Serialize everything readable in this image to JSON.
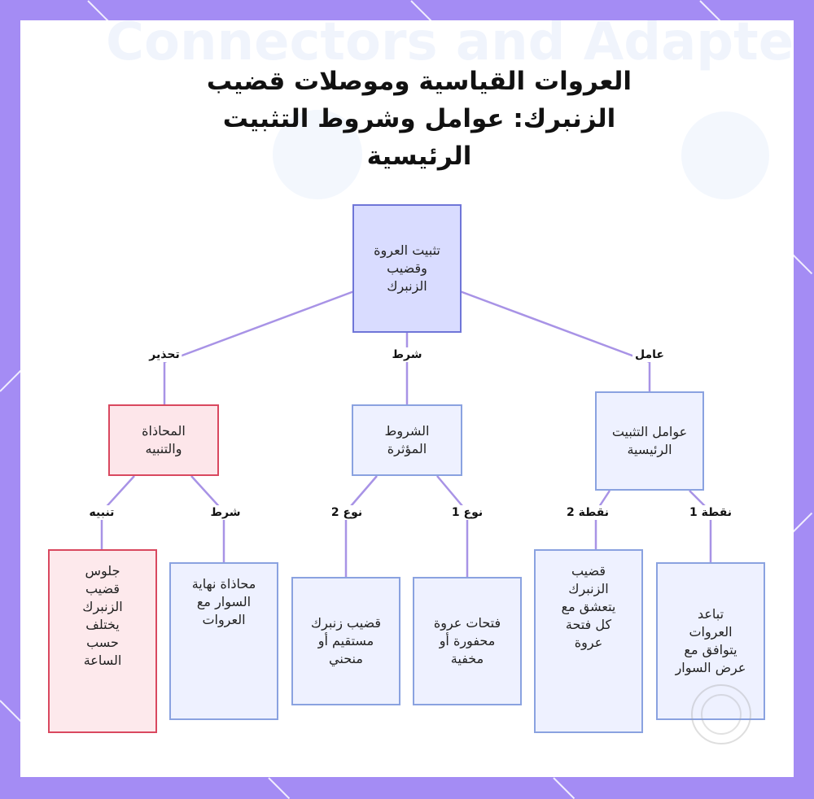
{
  "title": "العروات القياسية وموصلات قضيب الزنبرك: عوامل وشروط التثبيت الرئيسية",
  "colors": {
    "frame": "#a48cf4",
    "node_fill": "#eef1ff",
    "node_border": "#8aa2e0",
    "root_fill": "#d9dcff",
    "warn_fill": "#fde6ea",
    "warn_border": "#d9485f",
    "edge": "#a893e6"
  },
  "nodes": {
    "root": "تثبيت العروة وقضيب الزنبرك",
    "warning": "المحاذاة والتنبيه",
    "conditions": "الشروط المؤثرة",
    "factors": "عوامل التثبيت الرئيسية",
    "leaf_watch": "جلوس قضيب الزنبرك يختلف حسب الساعة",
    "leaf_align": "محاذاة نهاية السوار مع العروات",
    "leaf_bar": "قضيب زنبرك مستقيم أو منحني",
    "leaf_holes": "فتحات عروة محفورة أو مخفية",
    "leaf_engage": "قضيب الزنبرك يتعشق مع كل فتحة عروة",
    "leaf_spacing": "تباعد العروات يتوافق مع عرض السوار"
  },
  "edge_labels": {
    "to_warning": "تحذير",
    "to_conditions": "شرط",
    "to_factors": "عامل",
    "warn_alert": "تنبيه",
    "warn_cond": "شرط",
    "type2": "نوع 2",
    "type1": "نوع 1",
    "point2": "نقطة 2",
    "point1": "نقطة 1"
  }
}
